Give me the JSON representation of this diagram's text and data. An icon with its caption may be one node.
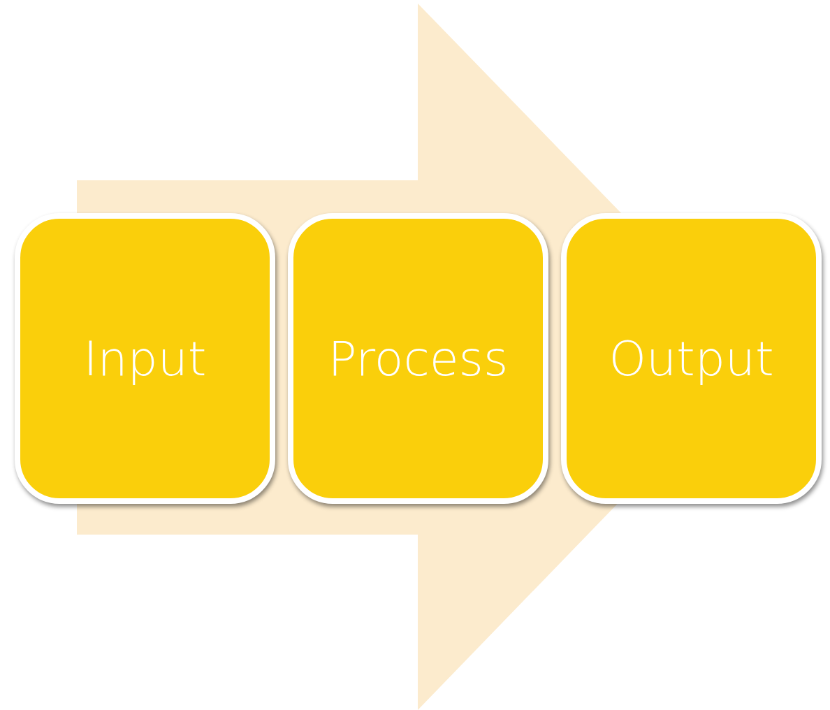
{
  "diagram": {
    "nodes": [
      {
        "text": [
          "Input"
        ]
      },
      {
        "text": [
          "Process"
        ]
      },
      {
        "text": [
          "Output"
        ]
      }
    ],
    "edges": [
      {
        "from": 0,
        "to": 2,
        "arrow": "to"
      }
    ]
  }
}
